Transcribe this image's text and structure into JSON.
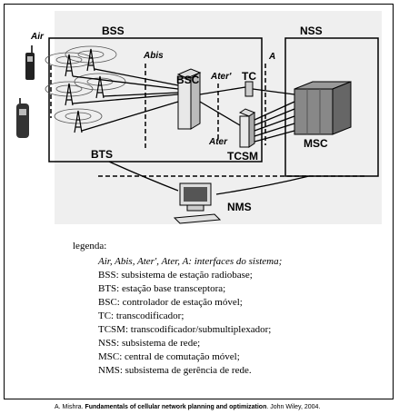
{
  "labels": {
    "bss": "BSS",
    "nss": "NSS",
    "air": "Air",
    "abis": "Abis",
    "ater_prime": "Ater'",
    "ater": "Ater",
    "a": "A",
    "bsc": "BSC",
    "tc": "TC",
    "bts": "BTS",
    "tcsm": "TCSM",
    "msc": "MSC",
    "nms": "NMS"
  },
  "legend": {
    "title": "legenda:",
    "items": [
      "Air, Abis, Ater', Ater, A: interfaces do sistema;",
      "BSS: subsistema de estação radiobase;",
      "BTS: estação base transceptora;",
      "BSC: controlador de estação móvel;",
      "TC: transcodificador;",
      "TCSM: transcodificador/submultiplexador;",
      "NSS: subsistema de rede;",
      "MSC: central de comutação móvel;",
      "NMS: subsistema de gerência de rede."
    ]
  },
  "credit": {
    "author": "A. Mishra. ",
    "book": "Fundamentals of cellular network planning and optimization",
    "publisher": ". John Wiley, 2004."
  }
}
